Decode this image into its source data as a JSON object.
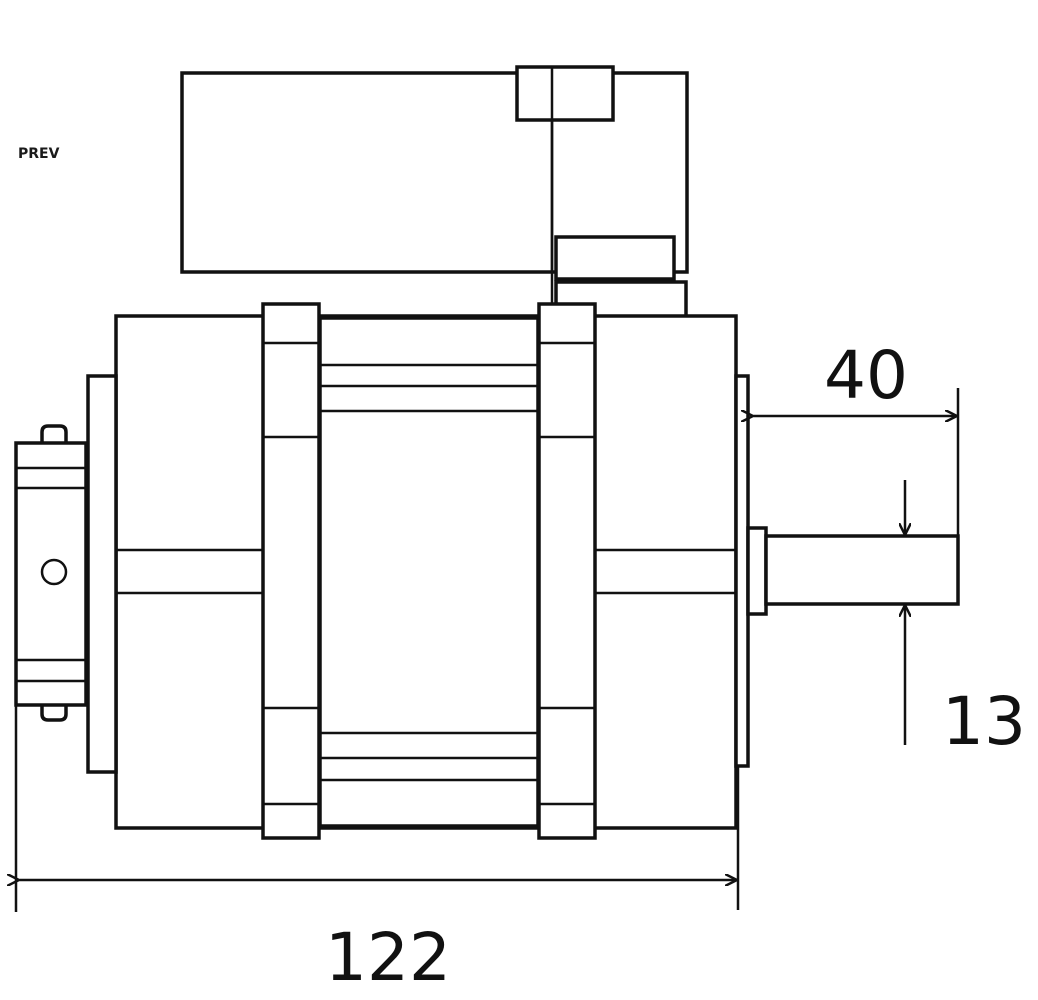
{
  "nav": {
    "prev_label": "PREV"
  },
  "dimensions": {
    "shaft_length": "40",
    "shaft_diameter": "13",
    "overall_length": "122"
  }
}
